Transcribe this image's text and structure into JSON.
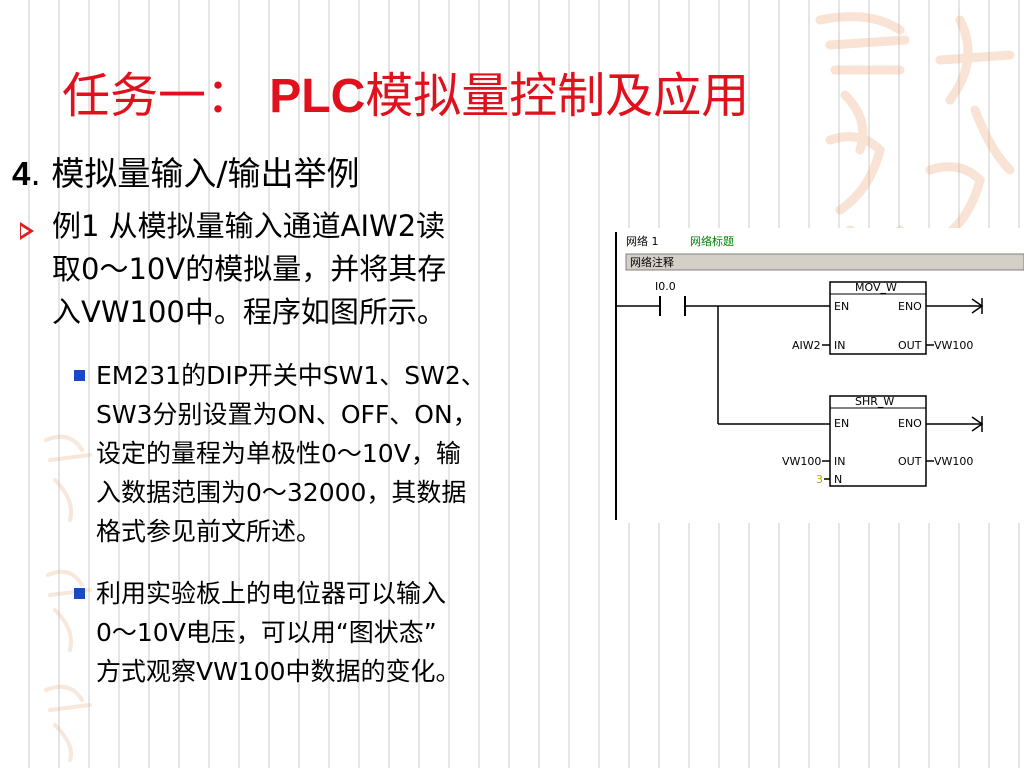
{
  "title": {
    "prefix": "任务一： ",
    "latin": "PLC",
    "suffix": "模拟量控制及应用"
  },
  "section": {
    "number": "4",
    "sep": ". ",
    "text": "模拟量输入/输出举例"
  },
  "example": {
    "lines": [
      "例1 从模拟量输入通道AIW2读",
      "取0～10V的模拟量，并将其存",
      "入VW100中。程序如图所示。"
    ]
  },
  "bullets": [
    {
      "lines": [
        "EM231的DIP开关中SW1、SW2、",
        "SW3分别设置为ON、OFF、ON，",
        "设定的量程为单极性0～10V，输",
        "入数据范围为0～32000，其数据",
        "格式参见前文所述。"
      ]
    },
    {
      "lines": [
        "利用实验板上的电位器可以输入",
        "0～10V电压，可以用“图状态”",
        "方式观察VW100中数据的变化。"
      ]
    }
  ],
  "ladder": {
    "network_label": "网络 1",
    "network_title": "网络标题",
    "network_comment": "网络注释",
    "contact": "I0.0",
    "block1": {
      "name": "MOV_W",
      "en": "EN",
      "eno": "ENO",
      "in_label": "IN",
      "out_label": "OUT",
      "in_operand": "AIW2",
      "out_operand": "VW100"
    },
    "block2": {
      "name": "SHR_W",
      "en": "EN",
      "eno": "ENO",
      "in_label": "IN",
      "out_label": "OUT",
      "n_label": "N",
      "in_operand": "VW100",
      "out_operand": "VW100",
      "n_operand": "3"
    }
  },
  "colors": {
    "title": "#e0101c",
    "bullet_arrow": "#dd1e1e",
    "bullet_square": "#1a48c8",
    "ladder_title": "#008000",
    "comment_bar": "#d4d0c8",
    "n_operand": "#c8a000"
  }
}
